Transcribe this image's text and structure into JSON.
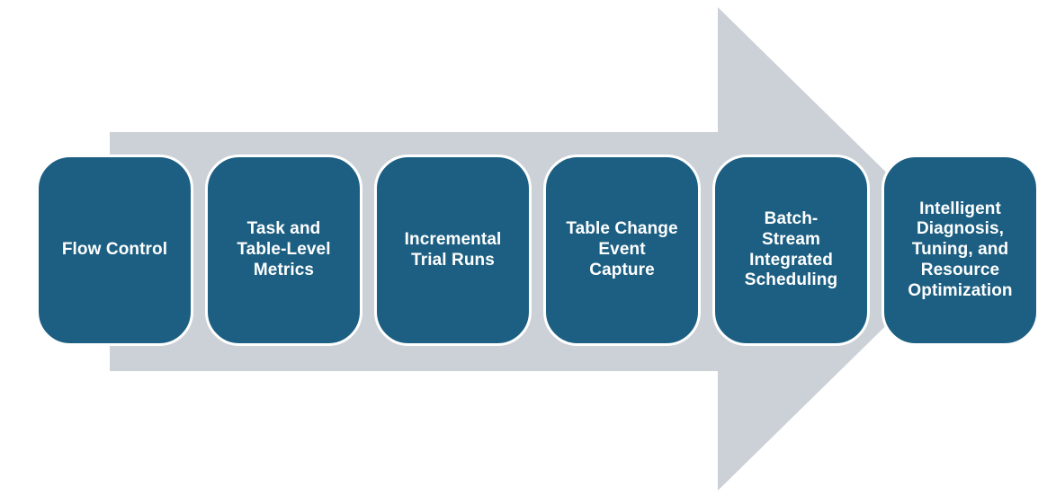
{
  "colors": {
    "background": "#ffffff",
    "arrow_fill": "#ccd1d8",
    "box_fill": "#1c5f82",
    "box_border": "#ffffff",
    "box_text": "#ffffff"
  },
  "diagram": {
    "type": "process-flow",
    "arrow_direction": "right",
    "steps": [
      {
        "label": "Flow Control"
      },
      {
        "label": "Task and\nTable-Level\nMetrics"
      },
      {
        "label": "Incremental\nTrial Runs"
      },
      {
        "label": "Table Change\nEvent\nCapture"
      },
      {
        "label": "Batch-\nStream\nIntegrated\nScheduling"
      },
      {
        "label": "Intelligent\nDiagnosis,\nTuning, and\nResource\nOptimization"
      }
    ]
  }
}
